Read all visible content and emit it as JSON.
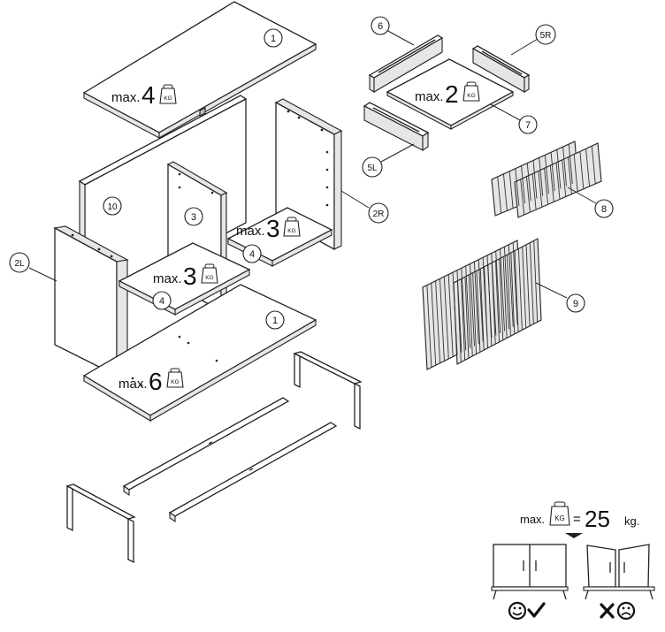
{
  "parts": {
    "p1_top": "1",
    "p1_bottom": "1",
    "p2L": "2L",
    "p2R": "2R",
    "p3": "3",
    "p4_left": "4",
    "p4_right": "4",
    "p5L": "5L",
    "p5R": "5R",
    "p6": "6",
    "p7": "7",
    "p8": "8",
    "p9": "9",
    "p10": "10"
  },
  "loads": {
    "max_prefix": "max.",
    "top_value": "4",
    "drawer_value": "2",
    "shelf_right_value": "3",
    "shelf_left_value": "3",
    "bottom_value": "6",
    "unit": "KG"
  },
  "total_load": {
    "prefix": "max.",
    "equals": "=",
    "value": "25",
    "unit": "kg."
  }
}
